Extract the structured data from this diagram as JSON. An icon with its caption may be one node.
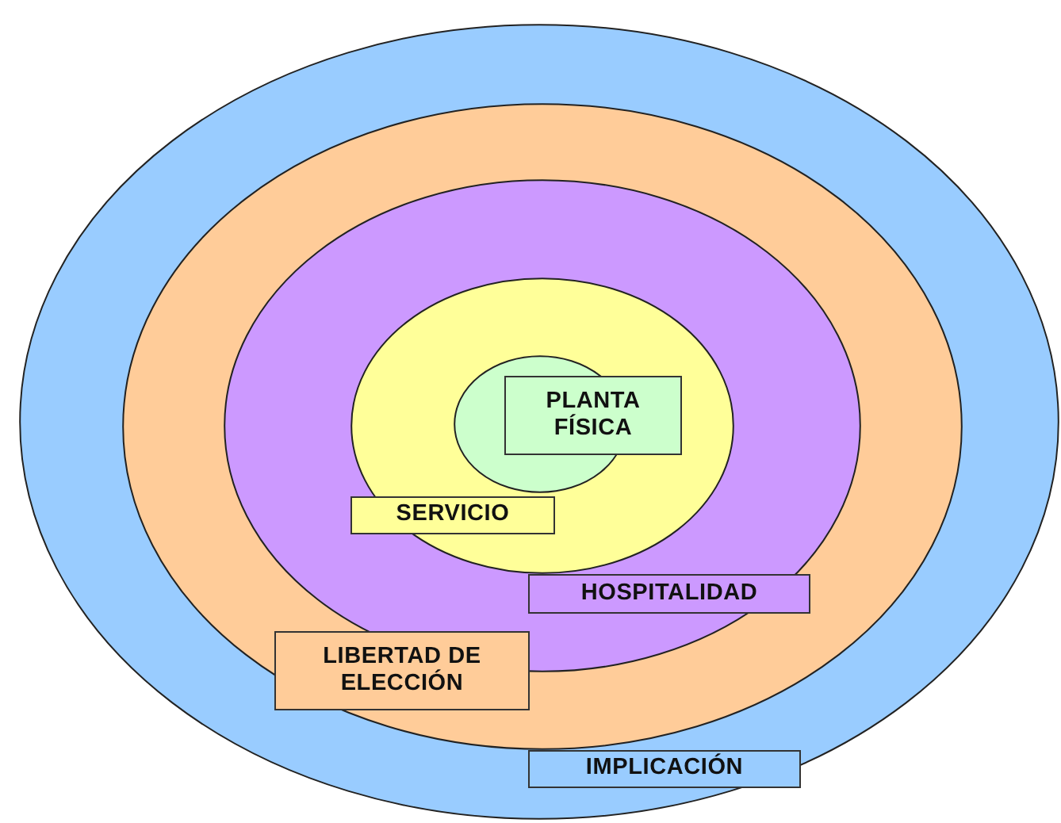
{
  "diagram": {
    "nodes": [
      {
        "text": [
          "IMPLICACIÓN"
        ]
      },
      {
        "text": [
          "LIBERTAD DE ELECCIÓN"
        ],
        "in": 0
      },
      {
        "text": [
          "HOSPITALIDAD"
        ],
        "in": 1
      },
      {
        "text": [
          "SERVICIO"
        ],
        "in": 2
      },
      {
        "text": [
          "PLANTA FÍSICA"
        ],
        "in": 3
      }
    ]
  }
}
